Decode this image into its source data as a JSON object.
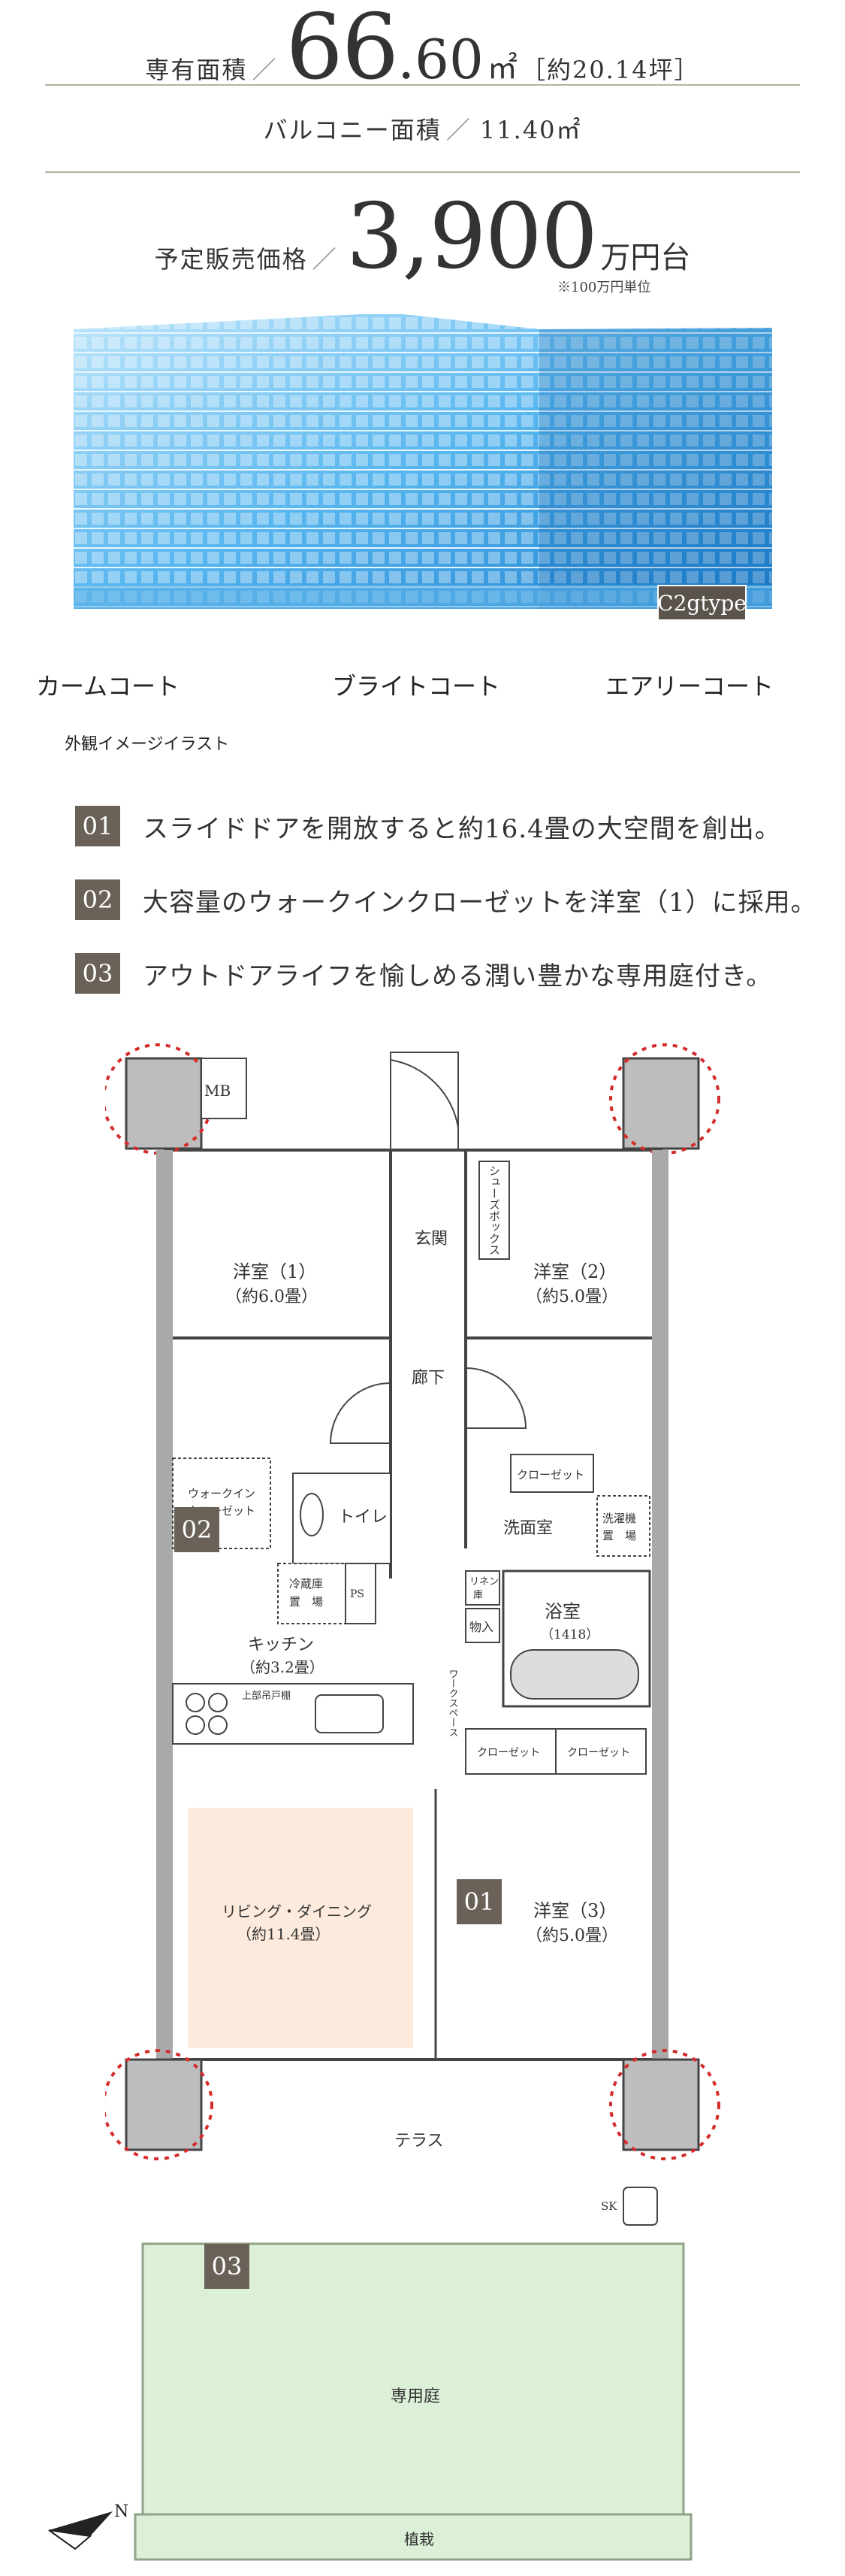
{
  "area": {
    "label": "専有面積",
    "value_int": "66",
    "value_dec": ".60",
    "unit": "㎡",
    "tsubo": "［約20.14坪］"
  },
  "balcony": {
    "label": "バルコニー面積",
    "value": "11.40㎡"
  },
  "price": {
    "label": "予定販売価格",
    "value": "3,900",
    "unit": "万円台",
    "note": "※100万円単位"
  },
  "building": {
    "type_badge": "C2gtype",
    "courts": [
      "カームコート",
      "ブライトコート",
      "エアリーコート"
    ],
    "caption": "外観イメージイラスト"
  },
  "features": [
    {
      "num": "01",
      "text": "スライドドアを開放すると約16.4畳の大空間を創出。"
    },
    {
      "num": "02",
      "text": "大容量のウォークインクローゼットを洋室（1）に採用。"
    },
    {
      "num": "03",
      "text": "アウトドアライフを愉しめる潤い豊かな専用庭付き。"
    }
  ],
  "plan": {
    "mb": "MB",
    "shoebox": "シューズボックス",
    "entrance": "玄関",
    "room1": {
      "name": "洋室（1）",
      "size": "（約6.0畳）"
    },
    "room2": {
      "name": "洋室（2）",
      "size": "（約5.0畳）"
    },
    "room3": {
      "name": "洋室（3）",
      "size": "（約5.0畳）"
    },
    "hall": "廊下",
    "walkin": [
      "ウォークイン",
      "クローゼット"
    ],
    "toilet": "トイレ",
    "closet": "クローゼット",
    "washroom": "洗面室",
    "washer": [
      "洗濯機",
      "置　場"
    ],
    "linen": [
      "リネン",
      "庫"
    ],
    "storage": "物入",
    "bath": {
      "name": "浴室",
      "size": "（1418）"
    },
    "fridge": [
      "冷蔵庫",
      "置　場"
    ],
    "ps": "PS",
    "kitchen": {
      "name": "キッチン",
      "size": "（約3.2畳）"
    },
    "upper_cabinet": "上部吊戸棚",
    "work_closet": "ワークスペース",
    "ld": {
      "name": "リビング・ダイニング",
      "size": "（約11.4畳）"
    },
    "terrace": "テラス",
    "sk": "SK",
    "garden": "専用庭",
    "planting": "植栽",
    "compass": "N",
    "badges": [
      "02",
      "01",
      "03"
    ]
  }
}
